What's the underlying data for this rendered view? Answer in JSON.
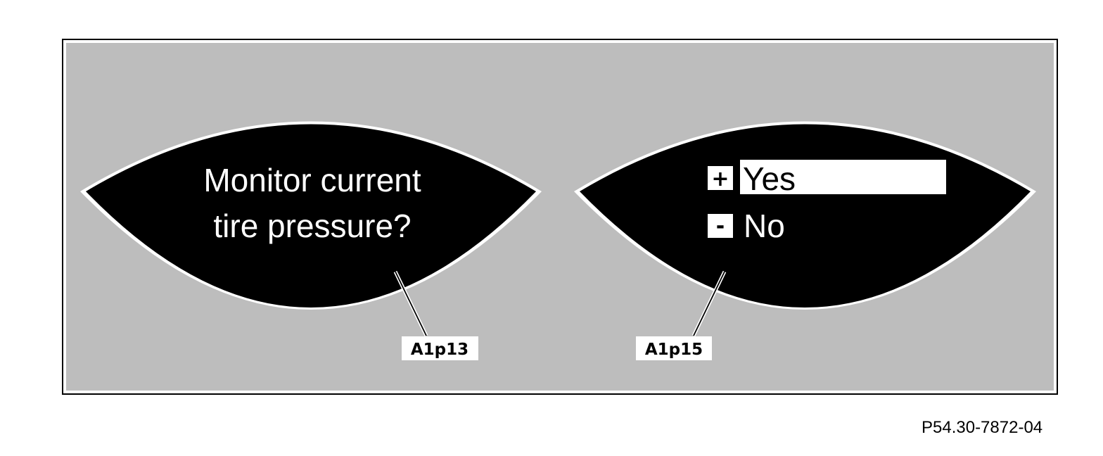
{
  "left_display": {
    "message_line1": "Monitor current",
    "message_line2": "tire pressure?",
    "callout_label": "A1p13"
  },
  "right_display": {
    "options": [
      {
        "key": "+",
        "label": "Yes",
        "selected": true
      },
      {
        "key": "-",
        "label": "No",
        "selected": false
      }
    ],
    "callout_label": "A1p15"
  },
  "figure_code": "P54.30-7872-04",
  "colors": {
    "panel_background": "#bdbdbd",
    "display_background": "#000000",
    "display_text": "#ffffff",
    "highlight": "#ffffff"
  }
}
